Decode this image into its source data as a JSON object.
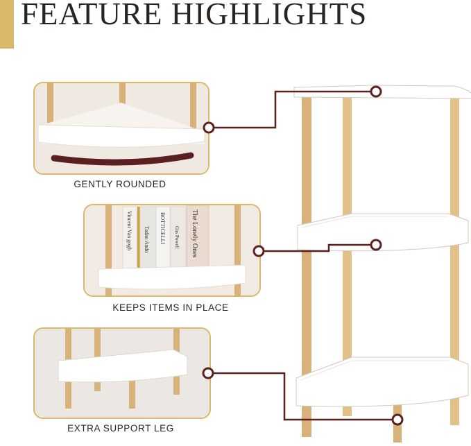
{
  "title": "FEATURE HIGHLIGHTS",
  "features": [
    {
      "caption": "GENTLY ROUNDED"
    },
    {
      "caption": "KEEPS ITEMS IN PLACE"
    },
    {
      "caption": "EXTRA SUPPORT LEG"
    }
  ],
  "books": [
    {
      "text": "Vincent Van gogh"
    },
    {
      "text": "Tadao Ando"
    },
    {
      "text": "BOTTICELLI"
    },
    {
      "text": "Gus Powell"
    },
    {
      "text": "The Lonely Ones"
    }
  ],
  "colors": {
    "accent": "#d9b86a",
    "connector": "#5a2020",
    "wood": "#d8b27a",
    "shelf": "#ffffff"
  }
}
